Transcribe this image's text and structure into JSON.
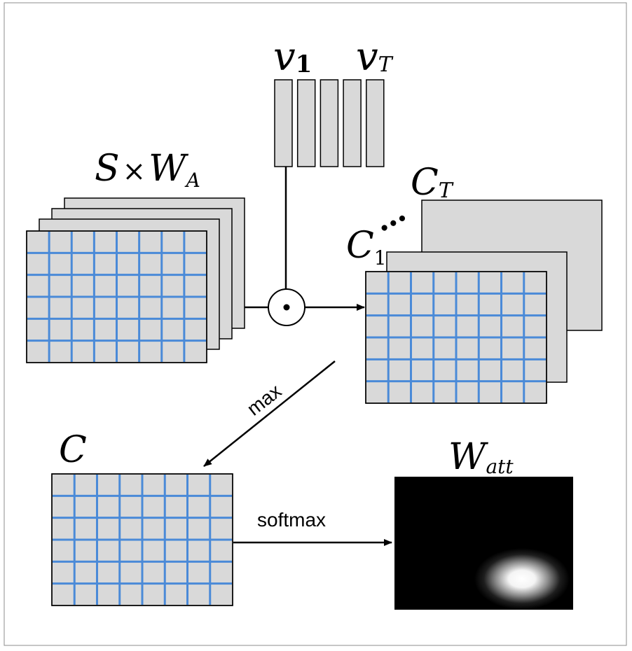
{
  "labels": {
    "v1_main": "v",
    "v1_sub": "1",
    "vT_main": "v",
    "vT_sub": "T",
    "swa_s": "S",
    "swa_times": "×",
    "swa_w": "W",
    "swa_sub": "A",
    "ct_main": "C",
    "ct_sub": "T",
    "c1_main": "C",
    "c1_sub": "1",
    "ellipsis": "…",
    "c_main": "C",
    "watt_main": "W",
    "watt_sub": "att",
    "max": "max",
    "softmax": "softmax"
  },
  "colors": {
    "map_fill": "#d9d9d9",
    "grid_line": "#4a8ad8",
    "stroke": "#000000",
    "heatmap_bg": "#000000",
    "heatmap_spot": "#ffffff"
  },
  "icons": {
    "operator": "dot-product-circle-icon"
  },
  "vector_count": 5,
  "grid": {
    "rows": 6,
    "cols": 8
  }
}
